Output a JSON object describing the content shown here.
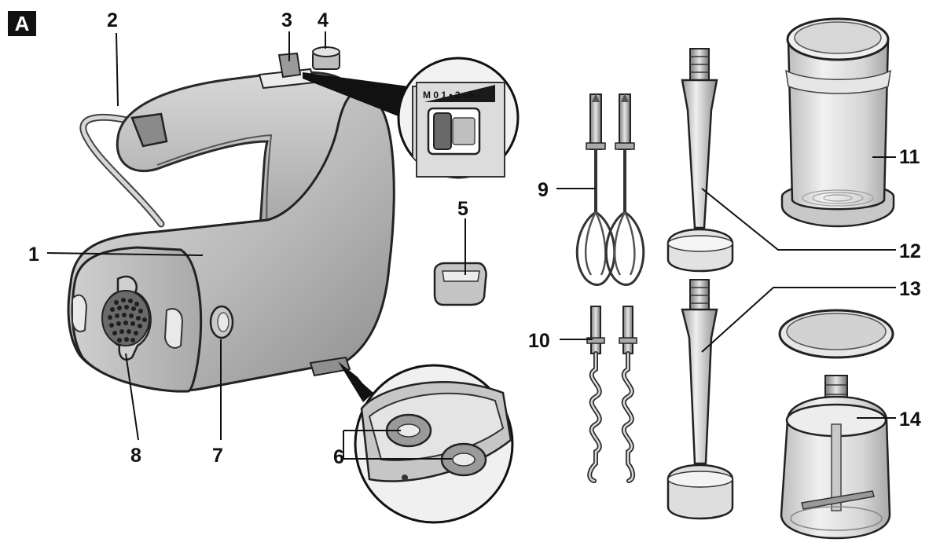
{
  "panel_label": "A",
  "switch_scale": "M 0 1 • 3 • 5",
  "callouts": {
    "c1": "1",
    "c2": "2",
    "c3": "3",
    "c4": "4",
    "c5": "5",
    "c6": "6",
    "c7": "7",
    "c8": "8",
    "c9": "9",
    "c10": "10",
    "c11": "11",
    "c12": "12",
    "c13": "13",
    "c14": "14"
  }
}
